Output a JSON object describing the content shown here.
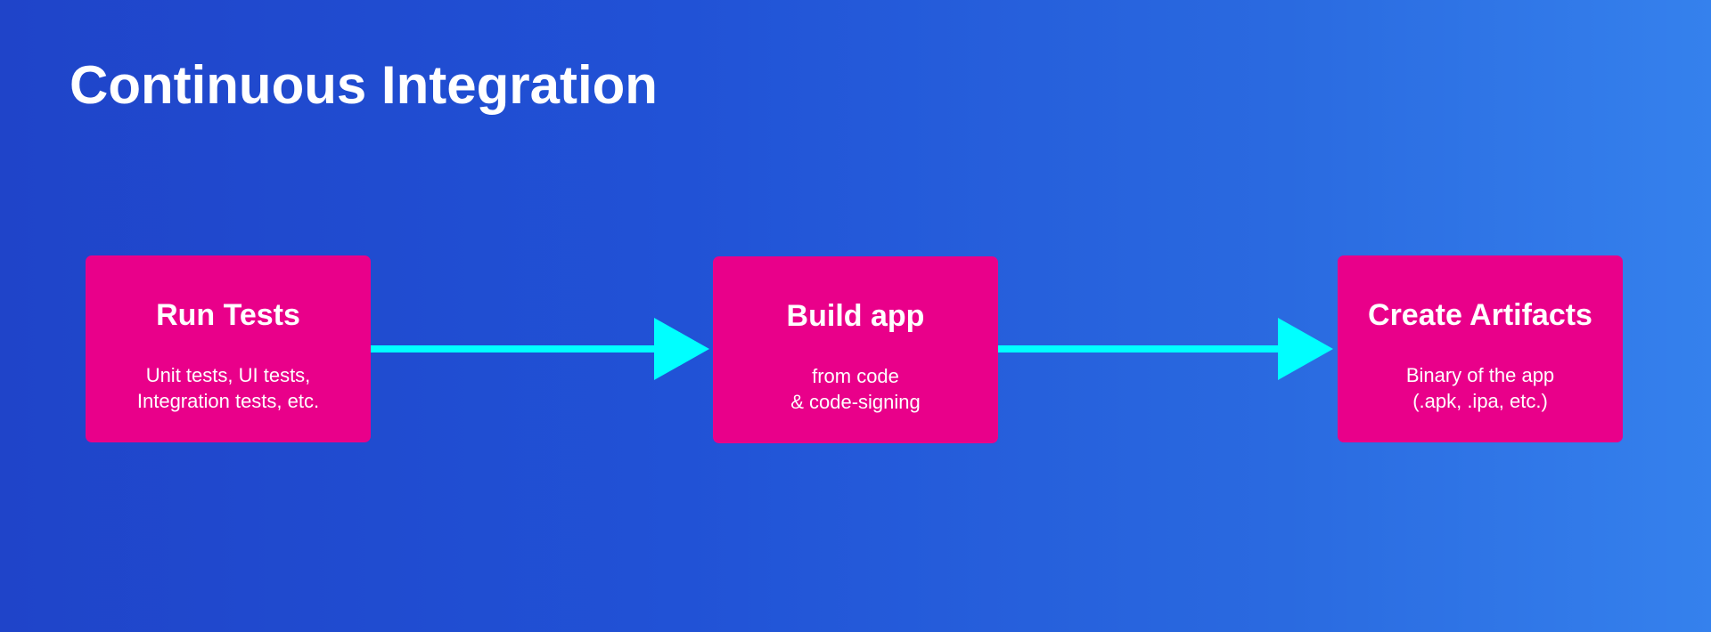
{
  "title": "Continuous Integration",
  "colors": {
    "background_start": "#1f44c9",
    "background_end": "#3581ed",
    "step_fill": "#e9008a",
    "arrow": "#00ffff",
    "text": "#ffffff"
  },
  "steps": [
    {
      "title": "Run Tests",
      "lines": [
        "Unit tests, UI tests,",
        "Integration tests, etc."
      ]
    },
    {
      "title": "Build app",
      "lines": [
        "from code",
        "& code-signing"
      ]
    },
    {
      "title": "Create Artifacts",
      "lines": [
        "Binary of the app",
        "(.apk, .ipa, etc.)"
      ]
    }
  ],
  "connectors": [
    {
      "from": "Run Tests",
      "to": "Build app",
      "icon": "arrow-right-icon"
    },
    {
      "from": "Build app",
      "to": "Create Artifacts",
      "icon": "arrow-right-icon"
    }
  ]
}
